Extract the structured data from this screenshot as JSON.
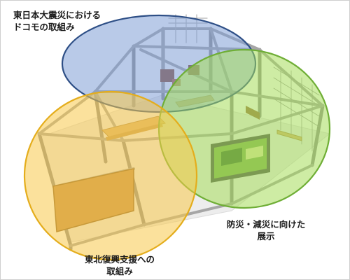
{
  "diagram": {
    "labels": {
      "docomo_initiatives": "東日本大震災における\nドコモの取組み",
      "disaster_prevention_exhibit": "防災・減災に向けた\n展示",
      "tohoku_support": "東北復興支援への\n取組み"
    },
    "zones": [
      {
        "id": "docomo_initiatives",
        "fill": "#7f9fd6",
        "stroke": "#2e4f86"
      },
      {
        "id": "disaster_prevention_exhibit",
        "fill": "#a5dc5a",
        "stroke": "#6fae36"
      },
      {
        "id": "tohoku_support",
        "fill": "#f7c94a",
        "stroke": "#e4ad1c"
      }
    ],
    "colors": {
      "frame": "#9c9c9c",
      "frame_dark": "#6f6f6f",
      "wood": "#d9b26e",
      "panel_brown": "#9a6e3c",
      "screen_green": "#5a8a3c"
    }
  }
}
